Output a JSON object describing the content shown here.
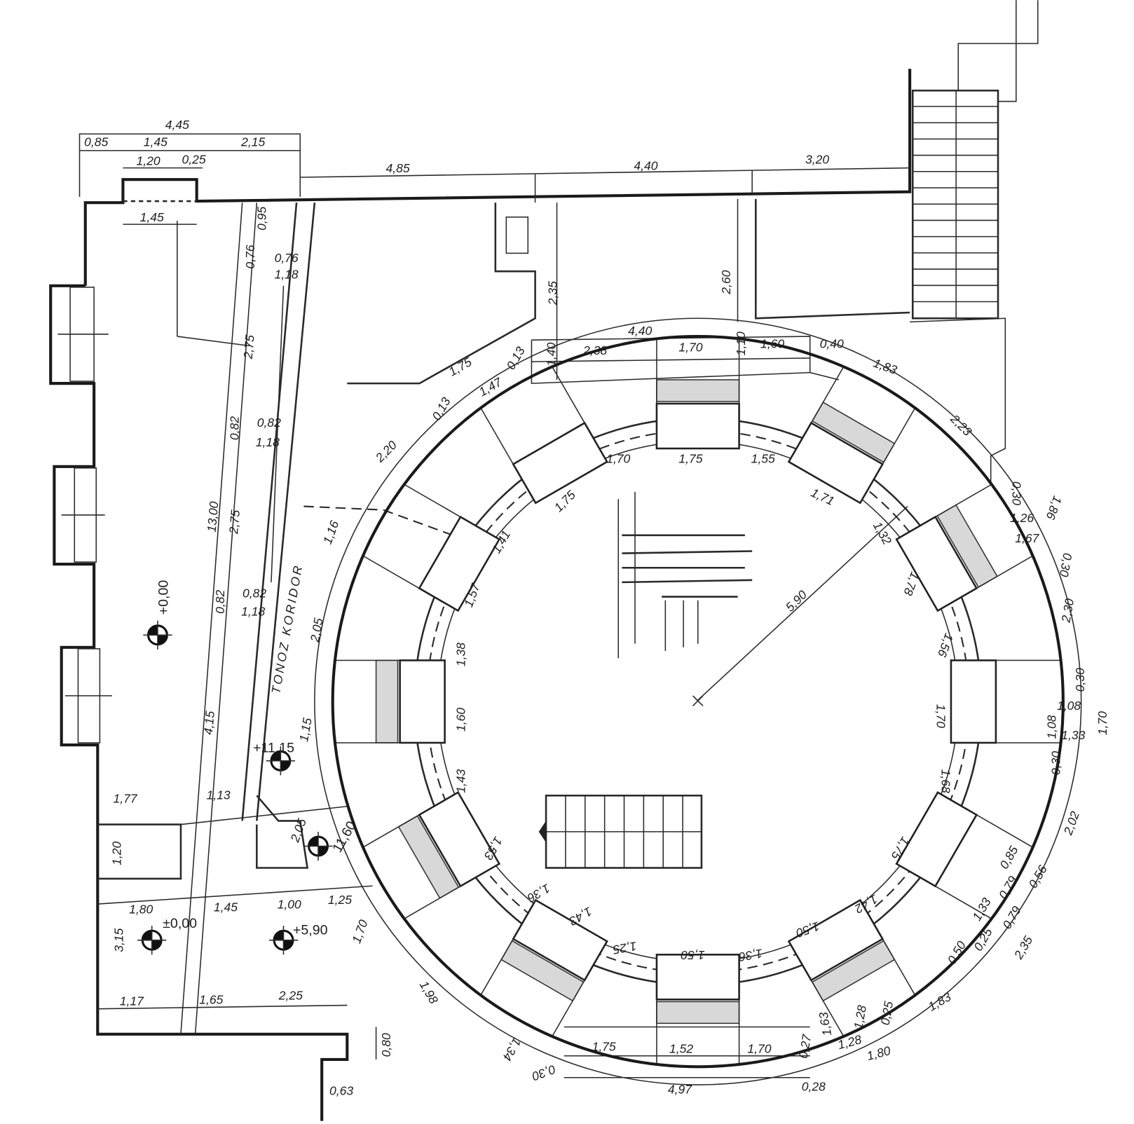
{
  "drawing": {
    "corridor_label": "TONOZ KORIDOR",
    "radius_label": "5,90",
    "levels": [
      "+0,00",
      "±0,00",
      "+5,90",
      "+11,15",
      "11,60"
    ],
    "dimensions": [
      "4,45",
      "0,85",
      "1,45",
      "2,15",
      "1,20",
      "0,25",
      "1,45",
      "4,85",
      "4,40",
      "3,20",
      "0,95",
      "0,76",
      "0,76",
      "1,18",
      "2,35",
      "2,60",
      "4,40",
      "1,40",
      "2,38",
      "1,70",
      "1,10",
      "1,60",
      "0,40",
      "1,83",
      "1,75",
      "1,47",
      "0,13",
      "0,13",
      "2,20",
      "2,75",
      "0,82",
      "0,82",
      "1,18",
      "13,00",
      "2,75",
      "1,16",
      "1,70",
      "1,75",
      "1,55",
      "1,75",
      "1,71",
      "1,41",
      "1,32",
      "2,23",
      "0,30",
      "1,86",
      "1,26",
      "1,67",
      "0,30",
      "1,78",
      "1,57",
      "2,05",
      "0,82",
      "0,82",
      "1,18",
      "1,38",
      "1,56",
      "2,30",
      "0,30",
      "1,08",
      "1,08",
      "1,33",
      "1,70",
      "0,30",
      "1,70",
      "1,60",
      "4,15",
      "1,15",
      "1,43",
      "1,68",
      "1,77",
      "1,13",
      "2,02",
      "2,05",
      "1,53",
      "1,75",
      "1,20",
      "0,56",
      "0,85",
      "0,79",
      "1,33",
      "0,79",
      "2,35",
      "0,50",
      "0,25",
      "1,36",
      "1,42",
      "1,43",
      "1,80",
      "1,45",
      "1,00",
      "1,25",
      "1,50",
      "1,25",
      "1,50",
      "1,36",
      "3,15",
      "1,70",
      "1,98",
      "1,17",
      "1,65",
      "2,25",
      "1,83",
      "0,25",
      "0,27",
      "1,63",
      "1,28",
      "1,28",
      "1,80",
      "1,75",
      "1,52",
      "1,70",
      "0,80",
      "1,34",
      "0,30",
      "4,97",
      "0,28",
      "0,63"
    ]
  }
}
